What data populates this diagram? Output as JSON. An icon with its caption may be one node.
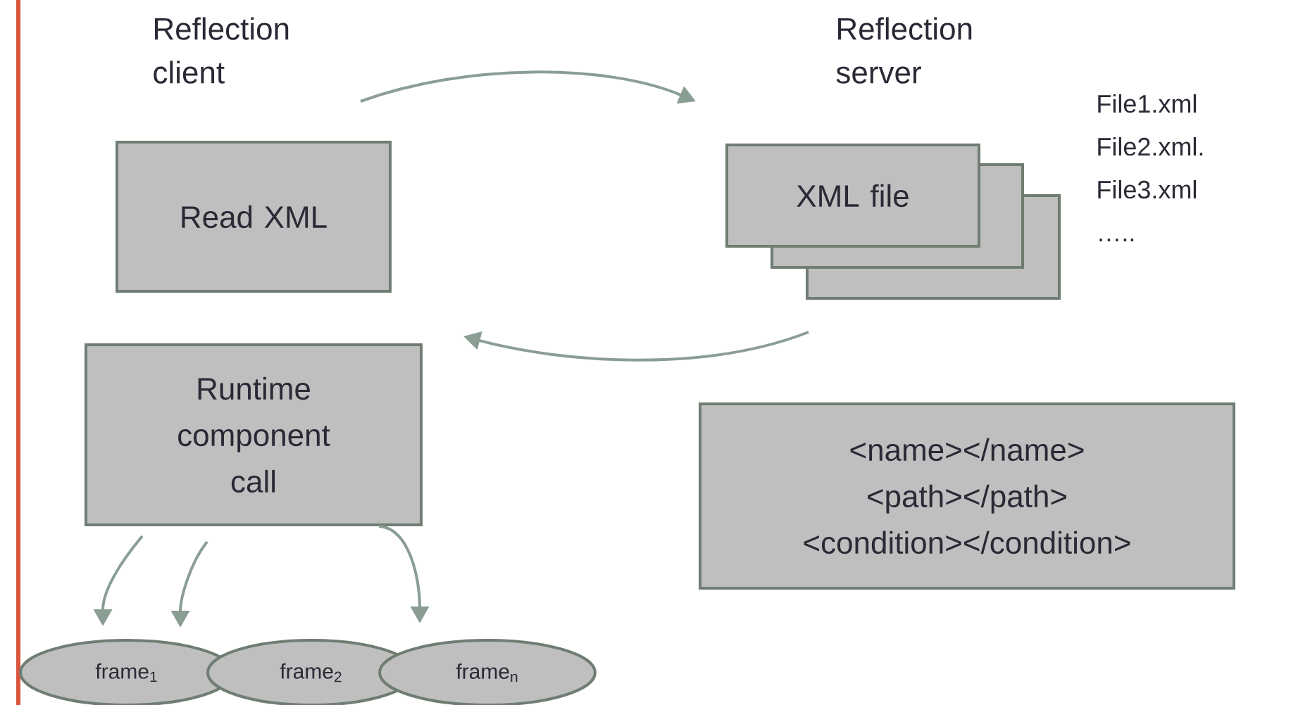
{
  "diagram": {
    "nodes": [
      {
        "text": [
          "Reflection client",
          "Read XML"
        ]
      },
      {
        "text": [
          "Reflection server",
          "XML file"
        ]
      },
      {
        "text": [],
        "shape": "box"
      },
      {
        "text": [],
        "shape": "box"
      },
      {
        "text": [
          "Runtime component call"
        ]
      },
      {
        "text": [
          "<name></name>",
          "<path></path>",
          "<condition></condition>"
        ]
      },
      {
        "text": [
          "frame$_{1}$"
        ]
      },
      {
        "text": [
          "frame$_{2}$"
        ]
      },
      {
        "text": [
          "frame$_{n}$"
        ]
      }
    ],
    "edges": [
      {
        "from": 0,
        "to": 1,
        "arrow": "to"
      },
      {
        "from": 3,
        "to": 4,
        "arrow": "to"
      },
      {
        "from": 4,
        "to": 6,
        "arrow": "to"
      },
      {
        "from": 4,
        "to": 6,
        "arrow": "to"
      },
      {
        "from": 4,
        "to": 8,
        "arrow": "to"
      }
    ],
    "labels": [
      "File1.xml",
      "File2.xml.",
      "File3.xml",
      "….."
    ]
  }
}
